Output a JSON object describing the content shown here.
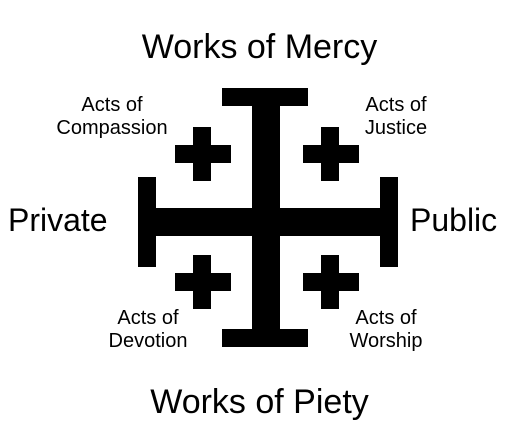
{
  "title_top": "Works of Mercy",
  "title_bottom": "Works of Piety",
  "side_left": "Private",
  "side_right": "Public",
  "quadrants": {
    "top_left": {
      "line1": "Acts of",
      "line2": "Compassion"
    },
    "top_right": {
      "line1": "Acts of",
      "line2": "Justice"
    },
    "bottom_left": {
      "line1": "Acts of",
      "line2": "Devotion"
    },
    "bottom_right": {
      "line1": "Acts of",
      "line2": "Worship"
    }
  },
  "symbol": "jerusalem-cross-icon",
  "colors": {
    "ink": "#000000",
    "background": "#ffffff"
  }
}
